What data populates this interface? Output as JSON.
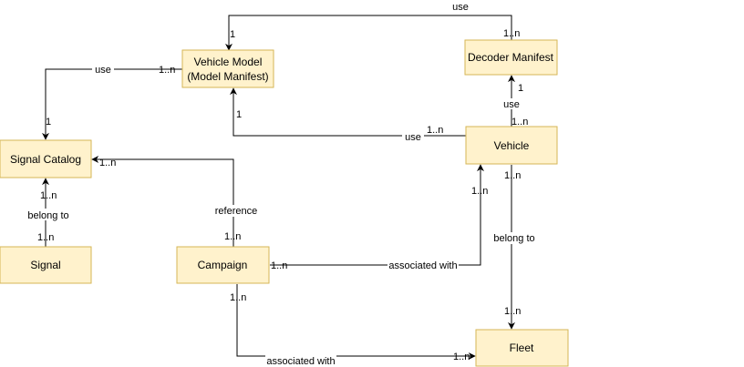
{
  "diagram": {
    "entities": {
      "vehicle_model": {
        "line1": "Vehicle Model",
        "line2": "(Model Manifest)"
      },
      "decoder_manifest": {
        "label": "Decoder Manifest"
      },
      "signal_catalog": {
        "label": "Signal Catalog"
      },
      "vehicle": {
        "label": "Vehicle"
      },
      "signal": {
        "label": "Signal"
      },
      "campaign": {
        "label": "Campaign"
      },
      "fleet": {
        "label": "Fleet"
      }
    },
    "edges": {
      "decoder_to_model": {
        "label": "use",
        "src_mult": "1..n",
        "dst_mult": "1"
      },
      "model_to_catalog": {
        "label": "use",
        "src_mult": "1..n",
        "dst_mult": "1"
      },
      "vehicle_to_decoder": {
        "label": "use",
        "src_mult": "1..n",
        "dst_mult": "1"
      },
      "vehicle_to_model": {
        "label": "use",
        "src_mult": "1..n",
        "dst_mult": "1"
      },
      "signal_to_catalog": {
        "label": "belong to",
        "src_mult": "1..n",
        "dst_mult": "1..n"
      },
      "campaign_to_catalog": {
        "label": "reference",
        "src_mult": "1..n",
        "dst_mult": "1..n"
      },
      "campaign_to_vehicle": {
        "label": "associated with",
        "src_mult": "1..n",
        "dst_mult": "1..n"
      },
      "vehicle_to_fleet": {
        "label": "belong to",
        "src_mult": "1..n",
        "dst_mult": "1..n"
      },
      "campaign_to_fleet": {
        "label": "associated with",
        "src_mult": "1..n",
        "dst_mult": "1..n"
      }
    }
  }
}
